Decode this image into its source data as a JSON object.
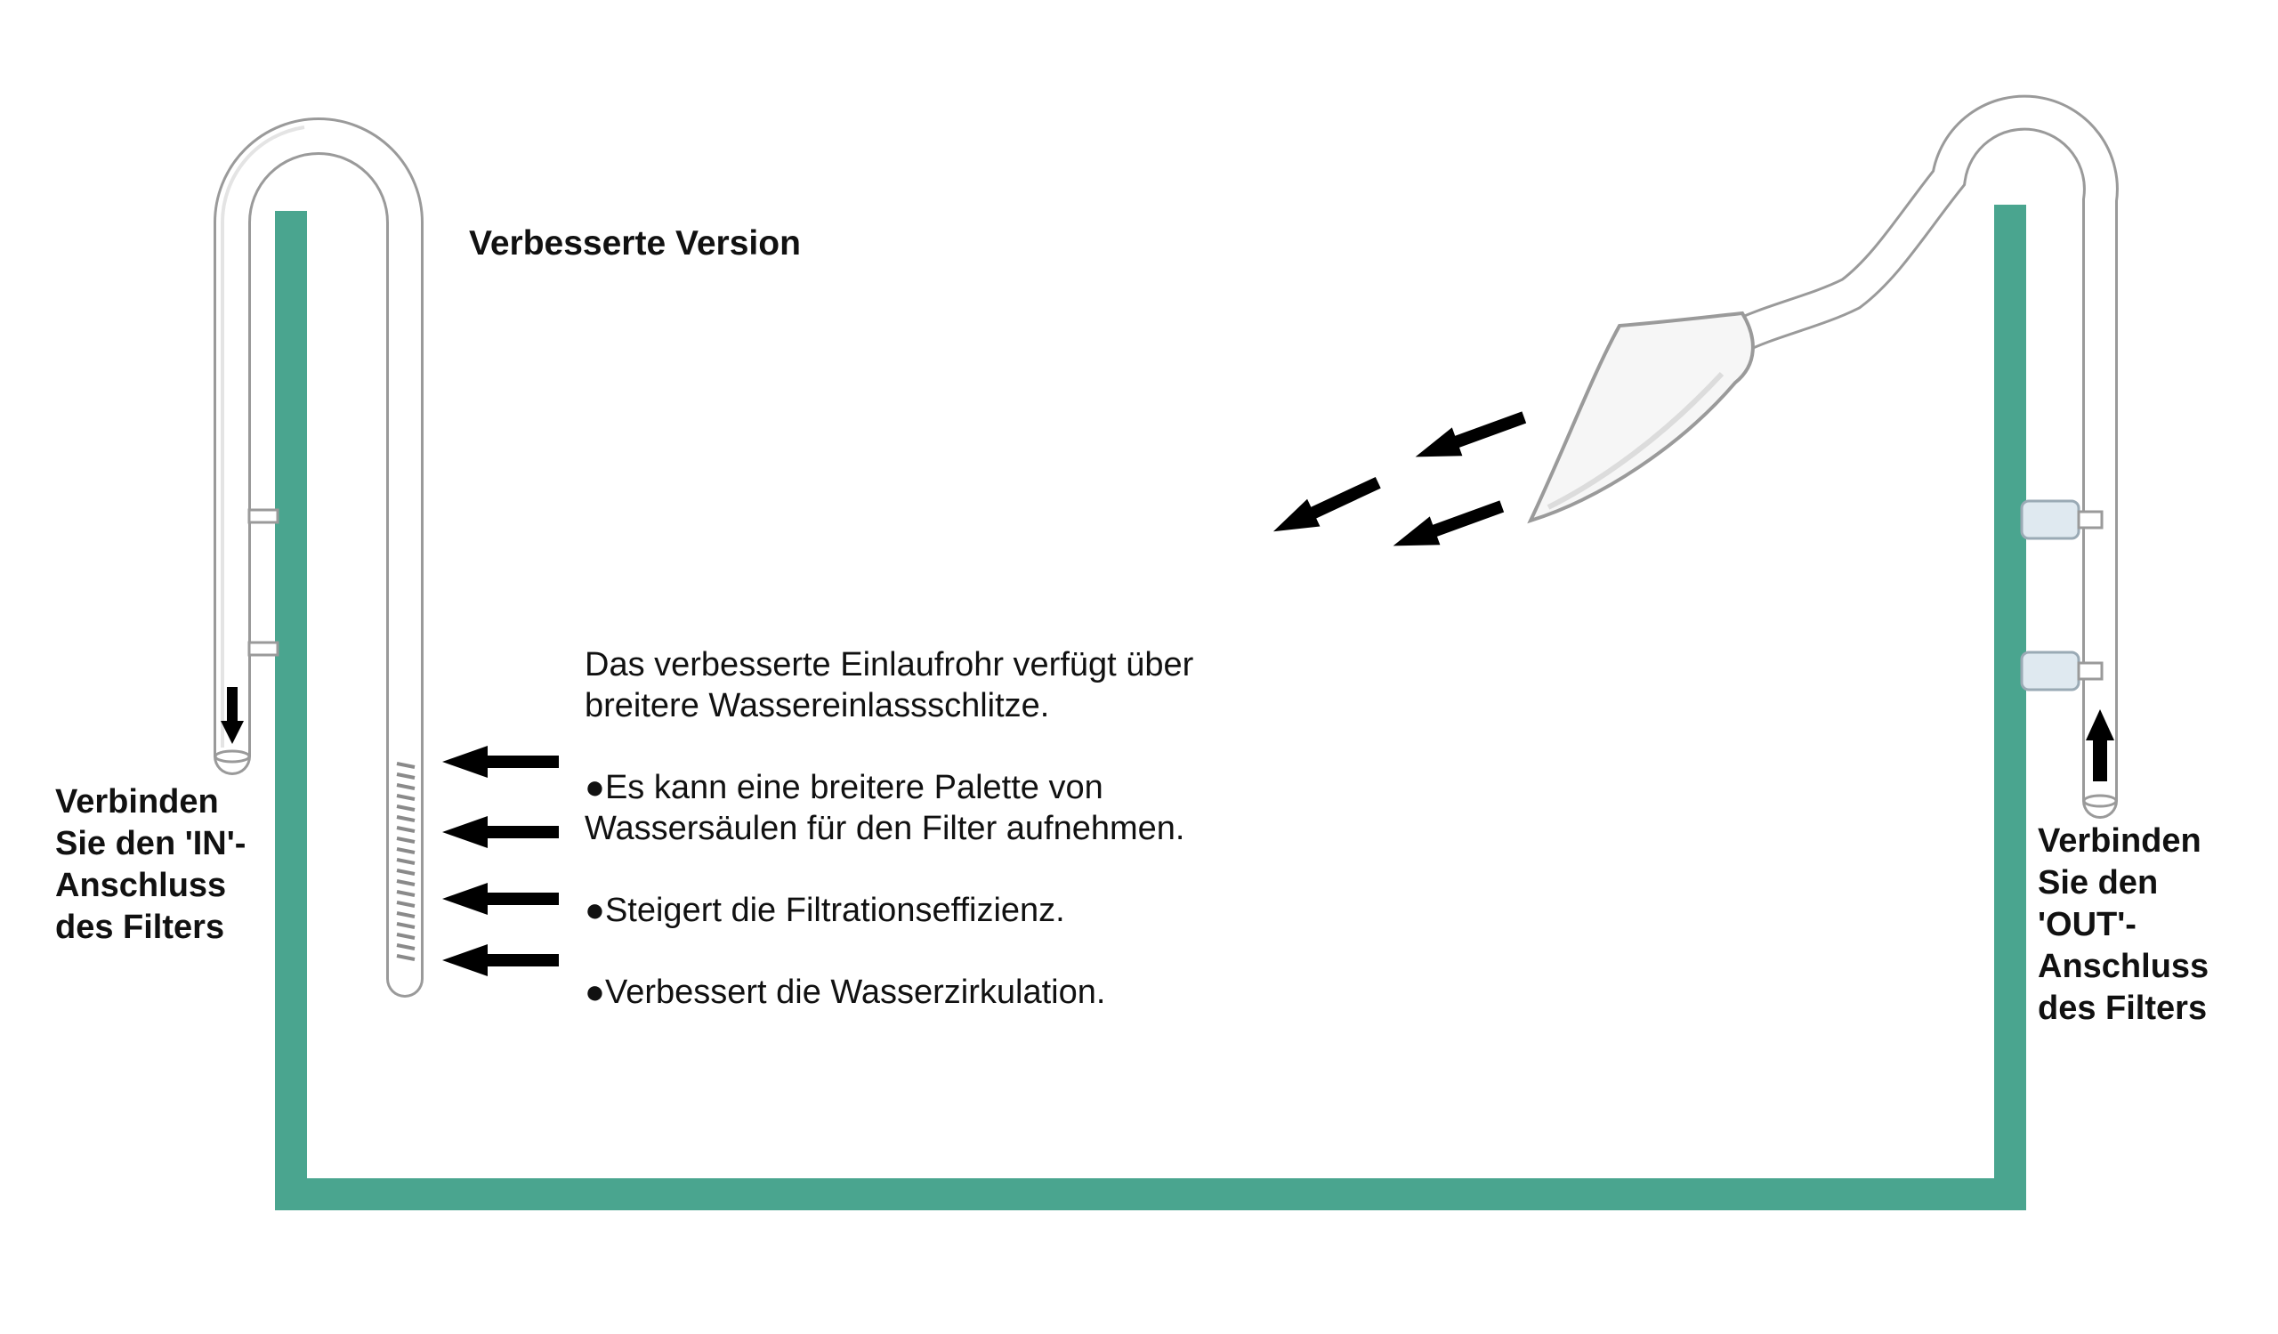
{
  "colors": {
    "tank": "#4aa58f",
    "glass_stroke": "#9a9a9a",
    "glass_highlight": "#e8e8e8",
    "arrow": "#000000",
    "text": "#111111"
  },
  "title": "Verbesserte Version",
  "in_label": [
    "Verbinden",
    "Sie den 'IN'-",
    "Anschluss",
    "des Filters"
  ],
  "out_label": [
    "Verbinden",
    "Sie den",
    "'OUT'-",
    "Anschluss",
    "des Filters"
  ],
  "description": {
    "intro": [
      "Das verbesserte Einlaufrohr verfügt über",
      "breitere Wassereinlassschlitze."
    ],
    "bullets": [
      [
        "●Es kann eine breitere Palette von",
        "Wassersäulen für den Filter aufnehmen."
      ],
      [
        "●Steigert die Filtrationseffizienz."
      ],
      [
        "●Verbessert die Wasserzirkulation."
      ]
    ]
  },
  "icons": {
    "inflow": "inflow-arrow-icon",
    "outflow": "outflow-arrow-icon",
    "down": "down-arrow-icon",
    "up": "up-arrow-icon"
  }
}
